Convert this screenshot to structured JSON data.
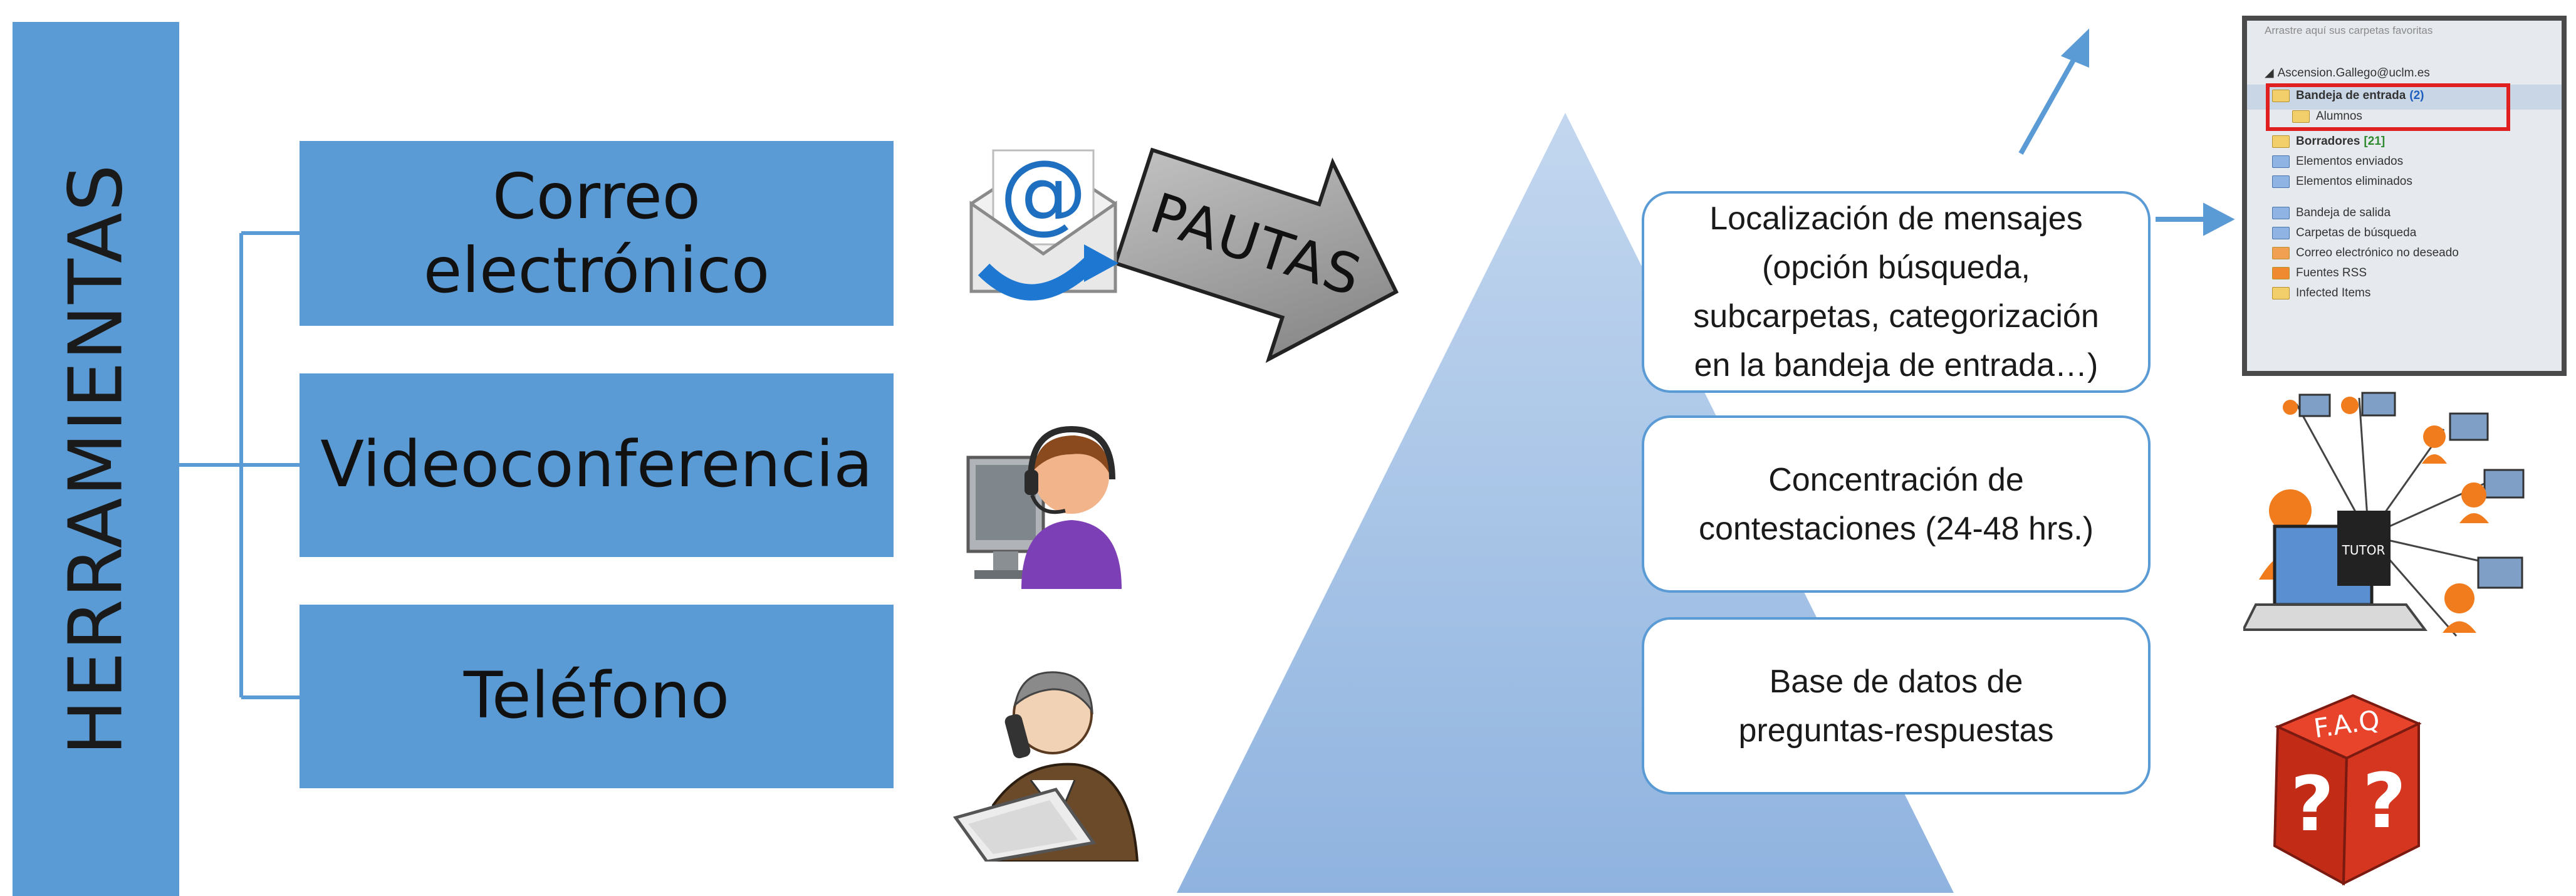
{
  "sidebar": {
    "title": "HERRAMIENTAS"
  },
  "tools": [
    {
      "lines": [
        "Correo",
        "electrónico"
      ],
      "icon": "email-icon"
    },
    {
      "lines": [
        "Videoconferencia"
      ],
      "icon": "video-headset-icon"
    },
    {
      "lines": [
        "Teléfono"
      ],
      "icon": "telephone-person-icon"
    }
  ],
  "arrow": {
    "label": "PAUTAS"
  },
  "pautas": [
    {
      "lines": [
        "Localización de mensajes",
        "(opción búsqueda,",
        "subcarpetas, categorización",
        "en la bandeja de entrada…)"
      ],
      "icon": "mail-folders-screenshot"
    },
    {
      "lines": [
        "Concentración de",
        "contestaciones (24-48 hrs.)"
      ],
      "icon": "tutor-network-icon"
    },
    {
      "lines": [
        "Base de datos de",
        "preguntas-respuestas"
      ],
      "icon": "faq-dice-icon"
    }
  ],
  "mail_screenshot": {
    "hint": "Arrastre aquí sus carpetas favoritas",
    "account": "Ascension.Gallego@uclm.es",
    "inbox": {
      "label": "Bandeja de entrada",
      "count": "(2)"
    },
    "subfolder": "Alumnos",
    "items": [
      {
        "label": "Borradores",
        "count": "[21]"
      },
      {
        "label": "Elementos enviados",
        "count": ""
      },
      {
        "label": "Elementos eliminados",
        "count": ""
      },
      {
        "label": "Bandeja de salida",
        "count": ""
      },
      {
        "label": "Carpetas de búsqueda",
        "count": ""
      },
      {
        "label": "Correo electrónico no deseado",
        "count": ""
      },
      {
        "label": "Fuentes RSS",
        "count": ""
      },
      {
        "label": "Infected Items",
        "count": ""
      }
    ]
  },
  "faq_label": "F.A.Q",
  "tutor_label": "TUTOR",
  "colors": {
    "primary": "#5b9bd5",
    "pyramid": "#9dbde3",
    "highlight": "#e02020",
    "arrow_gray": "#9a9a9a"
  }
}
